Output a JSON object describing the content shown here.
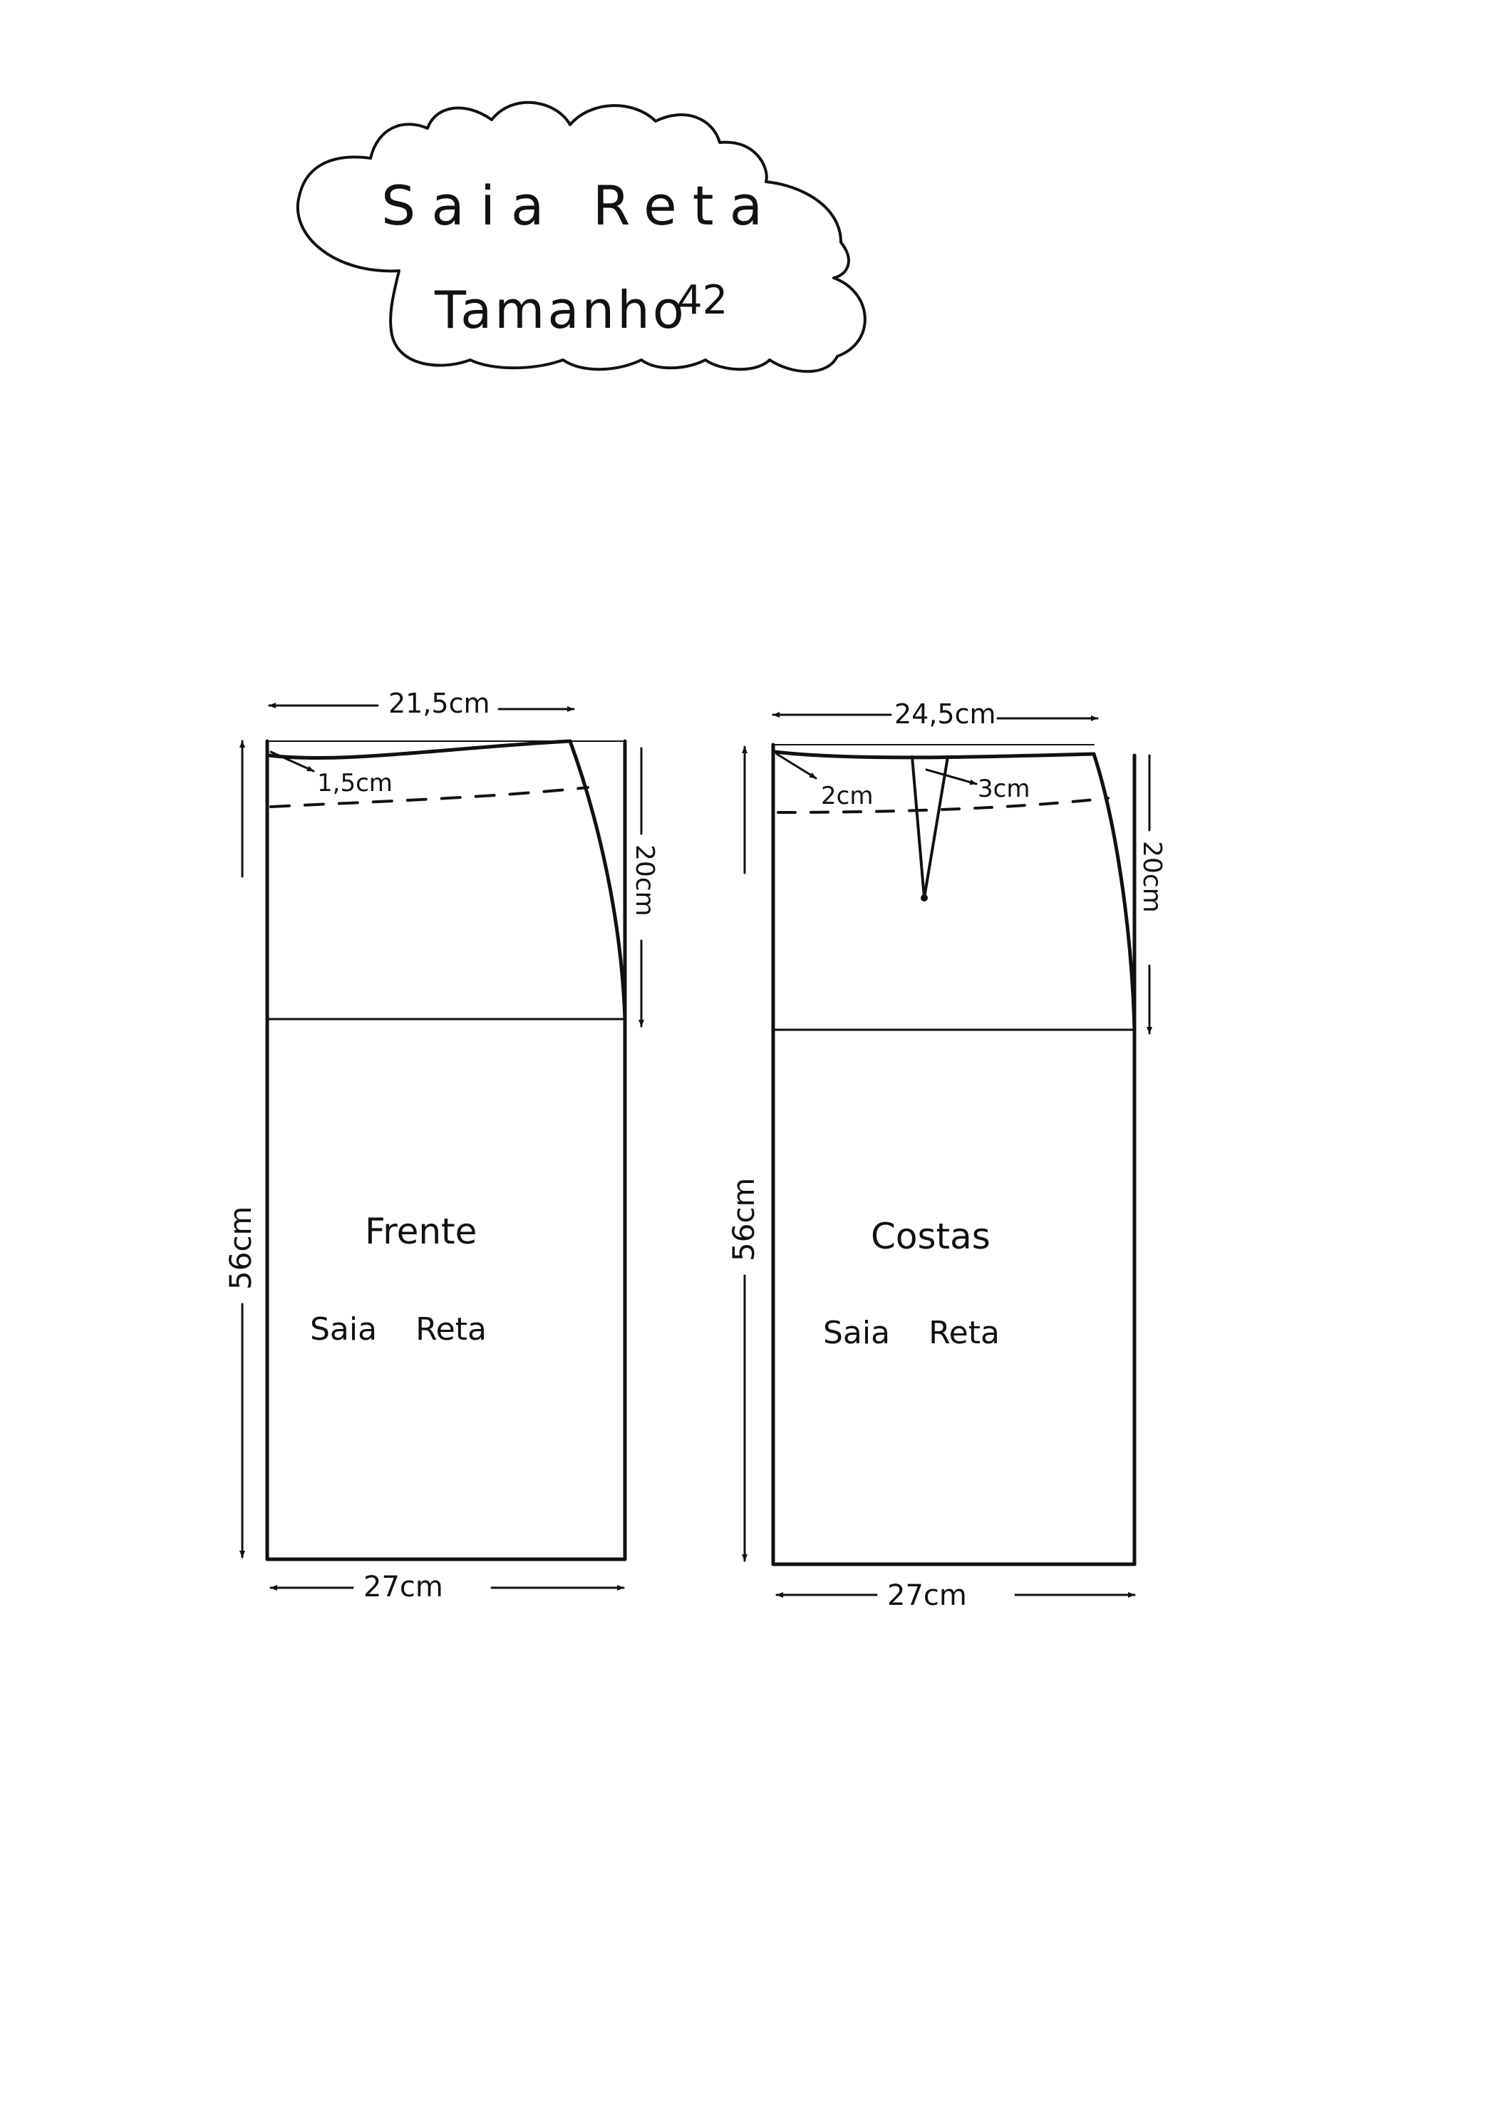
{
  "title": {
    "line1": "Saia Reta",
    "line2": "Tamanho",
    "size": "42"
  },
  "pieces": {
    "front": {
      "name": "Frente",
      "subtitle": "Saia Reta",
      "waist_width": "21,5cm",
      "hem_width": "27cm",
      "length": "56cm",
      "hip_depth": "20cm",
      "waist_rise": "1,5cm"
    },
    "back": {
      "name": "Costas",
      "subtitle": "Saia Reta",
      "waist_width": "24,5cm",
      "hem_width": "27cm",
      "length": "56cm",
      "hip_depth": "20cm",
      "waist_rise": "2cm",
      "dart_width": "3cm"
    }
  }
}
